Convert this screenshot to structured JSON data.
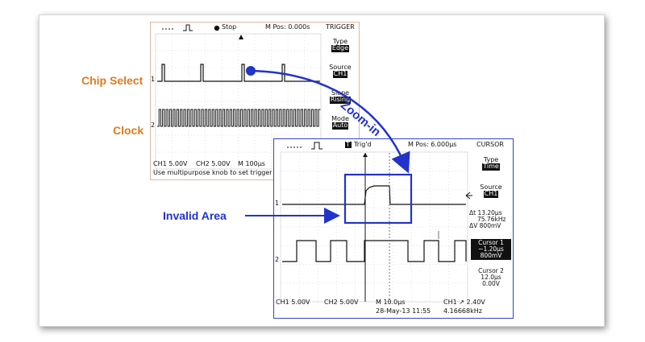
{
  "labels": {
    "chip_select": "Chip Select",
    "clock": "Clock",
    "invalid_area": "Invalid Area",
    "zoom_in": "Zoom-in"
  },
  "colors": {
    "orange": "#e07a1f",
    "blue": "#2233cc"
  },
  "scope1": {
    "status": "Stop",
    "mpos": "M Pos: 0.000s",
    "menu_title": "TRIGGER",
    "type_label": "Type",
    "type_value": "Edge",
    "source_label": "Source",
    "source_value": "CH1",
    "slope_label": "Slope",
    "slope_value": "Rising",
    "mode_label": "Mode",
    "mode_value": "Auto",
    "ch1": "CH1  5.00V",
    "ch2": "CH2  5.00V",
    "timebase": "M 100µs",
    "hint": "Use multipurpose knob to set trigger source",
    "ch1_marker": "1",
    "ch2_marker": "2"
  },
  "scope2": {
    "status": "Trig'd",
    "trig_icon": "T",
    "mpos": "M Pos: 6.000µs",
    "menu_title": "CURSOR",
    "type_label": "Type",
    "type_value": "Time",
    "source_label": "Source",
    "source_value": "CH1",
    "delta_t": "Δt 13.20µs",
    "inv_delta_t": "75.76kHz",
    "delta_v": "ΔV 800mV",
    "cursor1_label": "Cursor 1",
    "cursor1_time": "−1.20µs",
    "cursor1_volt": "800mV",
    "cursor2_label": "Cursor 2",
    "cursor2_time": "12.0µs",
    "cursor2_volt": "0.00V",
    "ch1": "CH1  5.00V",
    "ch2": "CH2  5.00V",
    "timebase": "M 10.0µs",
    "trigger_level": "CH1  ↗  2.40V",
    "date": "28-May-13 11:55",
    "freq": "4.16668kHz",
    "ch1_marker": "1",
    "ch2_marker": "2"
  }
}
